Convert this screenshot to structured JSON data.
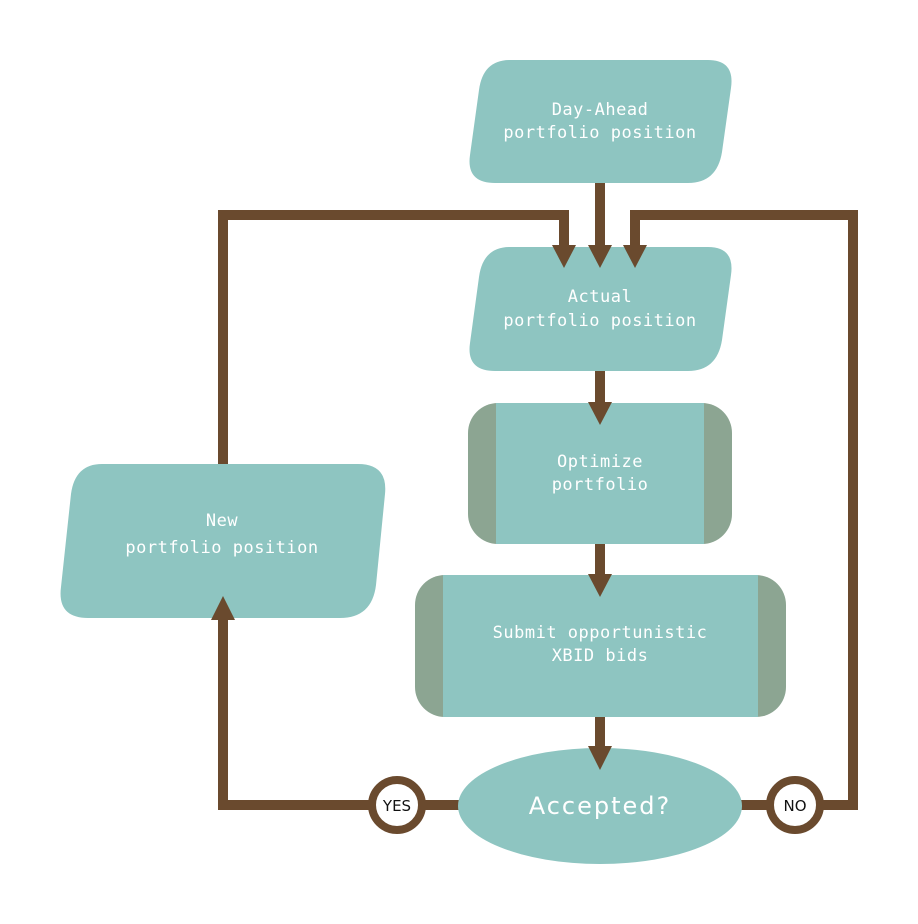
{
  "colors": {
    "node_fill": "#8ec5c1",
    "node_side_fill": "#8ca592",
    "connector": "#6a4a2e",
    "badge_fill": "#ffffff"
  },
  "nodes": {
    "day_ahead": {
      "line1": "Day-Ahead",
      "line2": "portfolio position",
      "shape": "parallelogram"
    },
    "actual": {
      "line1": "Actual",
      "line2": "portfolio position",
      "shape": "parallelogram"
    },
    "optimize": {
      "line1": "Optimize",
      "line2": "portfolio",
      "shape": "process"
    },
    "submit": {
      "line1": "Submit opportunistic",
      "line2": "XBID bids",
      "shape": "process"
    },
    "accepted": {
      "label": "Accepted?",
      "shape": "decision"
    },
    "new_position": {
      "line1": "New",
      "line2": "portfolio position",
      "shape": "parallelogram"
    }
  },
  "edges": [
    {
      "from": "day_ahead",
      "to": "actual"
    },
    {
      "from": "actual",
      "to": "optimize"
    },
    {
      "from": "optimize",
      "to": "submit"
    },
    {
      "from": "submit",
      "to": "accepted"
    },
    {
      "from": "accepted",
      "to": "new_position",
      "label": "YES"
    },
    {
      "from": "accepted",
      "to": "actual",
      "label": "NO"
    },
    {
      "from": "new_position",
      "to": "actual"
    }
  ],
  "badges": {
    "yes": "YES",
    "no": "NO"
  }
}
